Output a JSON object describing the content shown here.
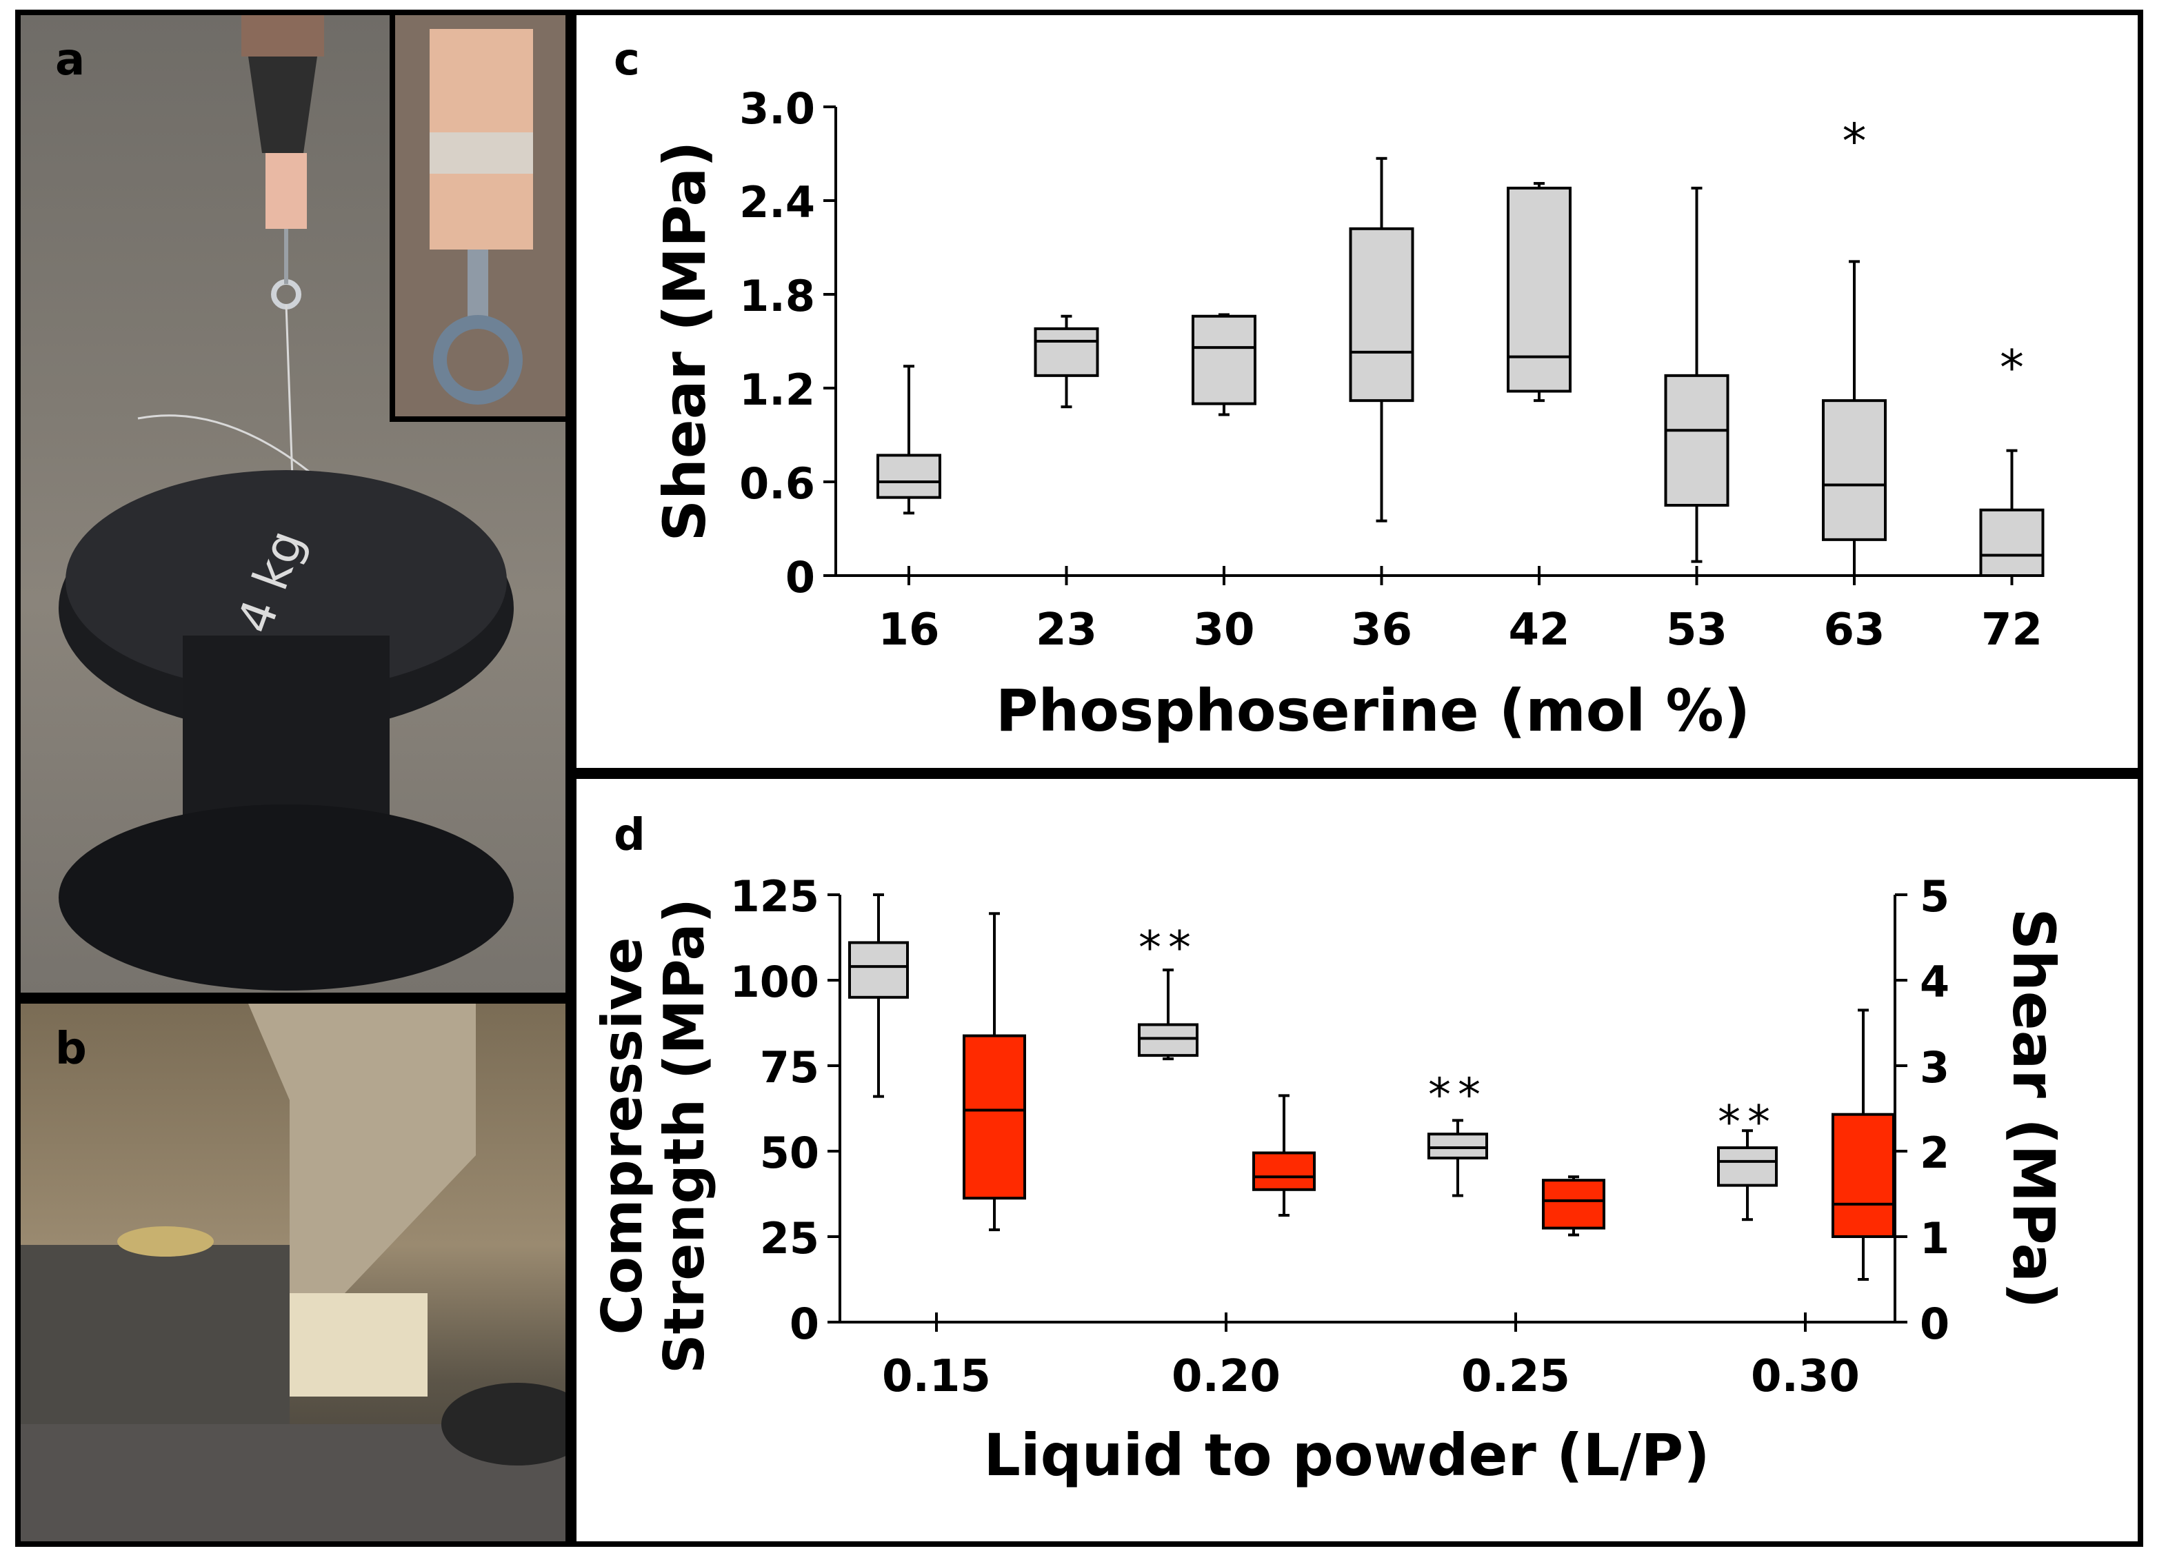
{
  "panels": {
    "a": {
      "letter": "a",
      "weight_label": "4 kg"
    },
    "b": {
      "letter": "b"
    },
    "c": {
      "letter": "c"
    },
    "d": {
      "letter": "d"
    }
  },
  "colors": {
    "gray_box": "#d3d3d3",
    "red_box": "#ff2a00",
    "frame": "#000000"
  },
  "chart_data": [
    {
      "id": "c",
      "type": "box",
      "xlabel": "Phosphoserine (mol %)",
      "ylabel": "Shear (MPa)",
      "categories": [
        "16",
        "23",
        "30",
        "36",
        "42",
        "53",
        "63",
        "72"
      ],
      "ylim": [
        0,
        3.0
      ],
      "yticks": [
        "0",
        "0.6",
        "1.2",
        "1.8",
        "2.4",
        "3.0"
      ],
      "series": [
        {
          "color": "#d3d3d3",
          "boxes": [
            {
              "min": 0.4,
              "q1": 0.5,
              "median": 0.6,
              "q3": 0.77,
              "max": 1.34
            },
            {
              "min": 1.08,
              "q1": 1.28,
              "median": 1.5,
              "q3": 1.58,
              "max": 1.66
            },
            {
              "min": 1.03,
              "q1": 1.1,
              "median": 1.46,
              "q3": 1.66,
              "max": 1.67
            },
            {
              "min": 0.35,
              "q1": 1.12,
              "median": 1.43,
              "q3": 2.22,
              "max": 2.67
            },
            {
              "min": 1.12,
              "q1": 1.18,
              "median": 1.4,
              "q3": 2.48,
              "max": 2.51
            },
            {
              "min": 0.09,
              "q1": 0.45,
              "median": 0.93,
              "q3": 1.28,
              "max": 2.48
            },
            {
              "min": 0.0,
              "q1": 0.23,
              "median": 0.58,
              "q3": 1.12,
              "max": 2.01
            },
            {
              "min": 0.0,
              "q1": 0.0,
              "median": 0.13,
              "q3": 0.42,
              "max": 0.8
            }
          ]
        }
      ],
      "annotations": [
        {
          "category": "63",
          "text": "*",
          "y": 2.85
        },
        {
          "category": "72",
          "text": "*",
          "y": 1.4
        }
      ]
    },
    {
      "id": "d",
      "type": "box",
      "xlabel": "Liquid to powder (L/P)",
      "ylabel": "Compressive Strength (MPa)",
      "ylabel_lines": [
        "Compressive",
        "Strength (MPa)"
      ],
      "y2label": "Shear (MPa)",
      "categories": [
        "0.15",
        "0.20",
        "0.25",
        "0.30"
      ],
      "ylim": [
        0,
        125
      ],
      "yticks": [
        "0",
        "25",
        "50",
        "75",
        "100",
        "125"
      ],
      "y2lim": [
        0,
        5
      ],
      "y2ticks": [
        "0",
        "1",
        "2",
        "3",
        "4",
        "5"
      ],
      "series": [
        {
          "axis": "left",
          "color": "#d3d3d3",
          "boxes": [
            {
              "min": 66,
              "q1": 95,
              "median": 104,
              "q3": 111,
              "max": 125
            },
            {
              "min": 77,
              "q1": 78,
              "median": 83,
              "q3": 87,
              "max": 103
            },
            {
              "min": 37,
              "q1": 48,
              "median": 51,
              "q3": 55,
              "max": 59
            },
            {
              "min": 30,
              "q1": 40,
              "median": 47,
              "q3": 51,
              "max": 56
            }
          ]
        },
        {
          "axis": "right",
          "color": "#ff2a00",
          "boxes": [
            {
              "min": 1.08,
              "q1": 1.45,
              "median": 2.48,
              "q3": 3.35,
              "max": 4.78
            },
            {
              "min": 1.25,
              "q1": 1.55,
              "median": 1.7,
              "q3": 1.98,
              "max": 2.65
            },
            {
              "min": 1.02,
              "q1": 1.1,
              "median": 1.42,
              "q3": 1.66,
              "max": 1.7
            },
            {
              "min": 0.5,
              "q1": 1.0,
              "median": 1.38,
              "q3": 2.43,
              "max": 3.65
            }
          ]
        }
      ],
      "annotations": [
        {
          "category": "0.20",
          "text": "**",
          "y": 113
        },
        {
          "category": "0.25",
          "text": "**",
          "y": 70
        },
        {
          "category": "0.30",
          "text": "**",
          "y": 62
        }
      ]
    }
  ]
}
